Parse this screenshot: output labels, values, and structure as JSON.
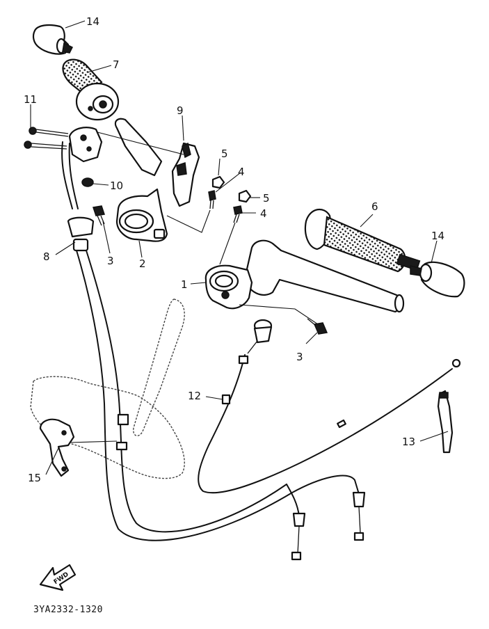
{
  "diagram_code": "3YA2332-1320",
  "fwd_label": "FWD",
  "callouts": {
    "c1": "1",
    "c2": "2",
    "c3a": "3",
    "c3b": "3",
    "c4a": "4",
    "c4b": "4",
    "c5a": "5",
    "c5b": "5",
    "c6": "6",
    "c7": "7",
    "c8": "8",
    "c9": "9",
    "c10": "10",
    "c11": "11",
    "c12": "12",
    "c13": "13",
    "c14a": "14",
    "c14b": "14",
    "c15": "15"
  }
}
